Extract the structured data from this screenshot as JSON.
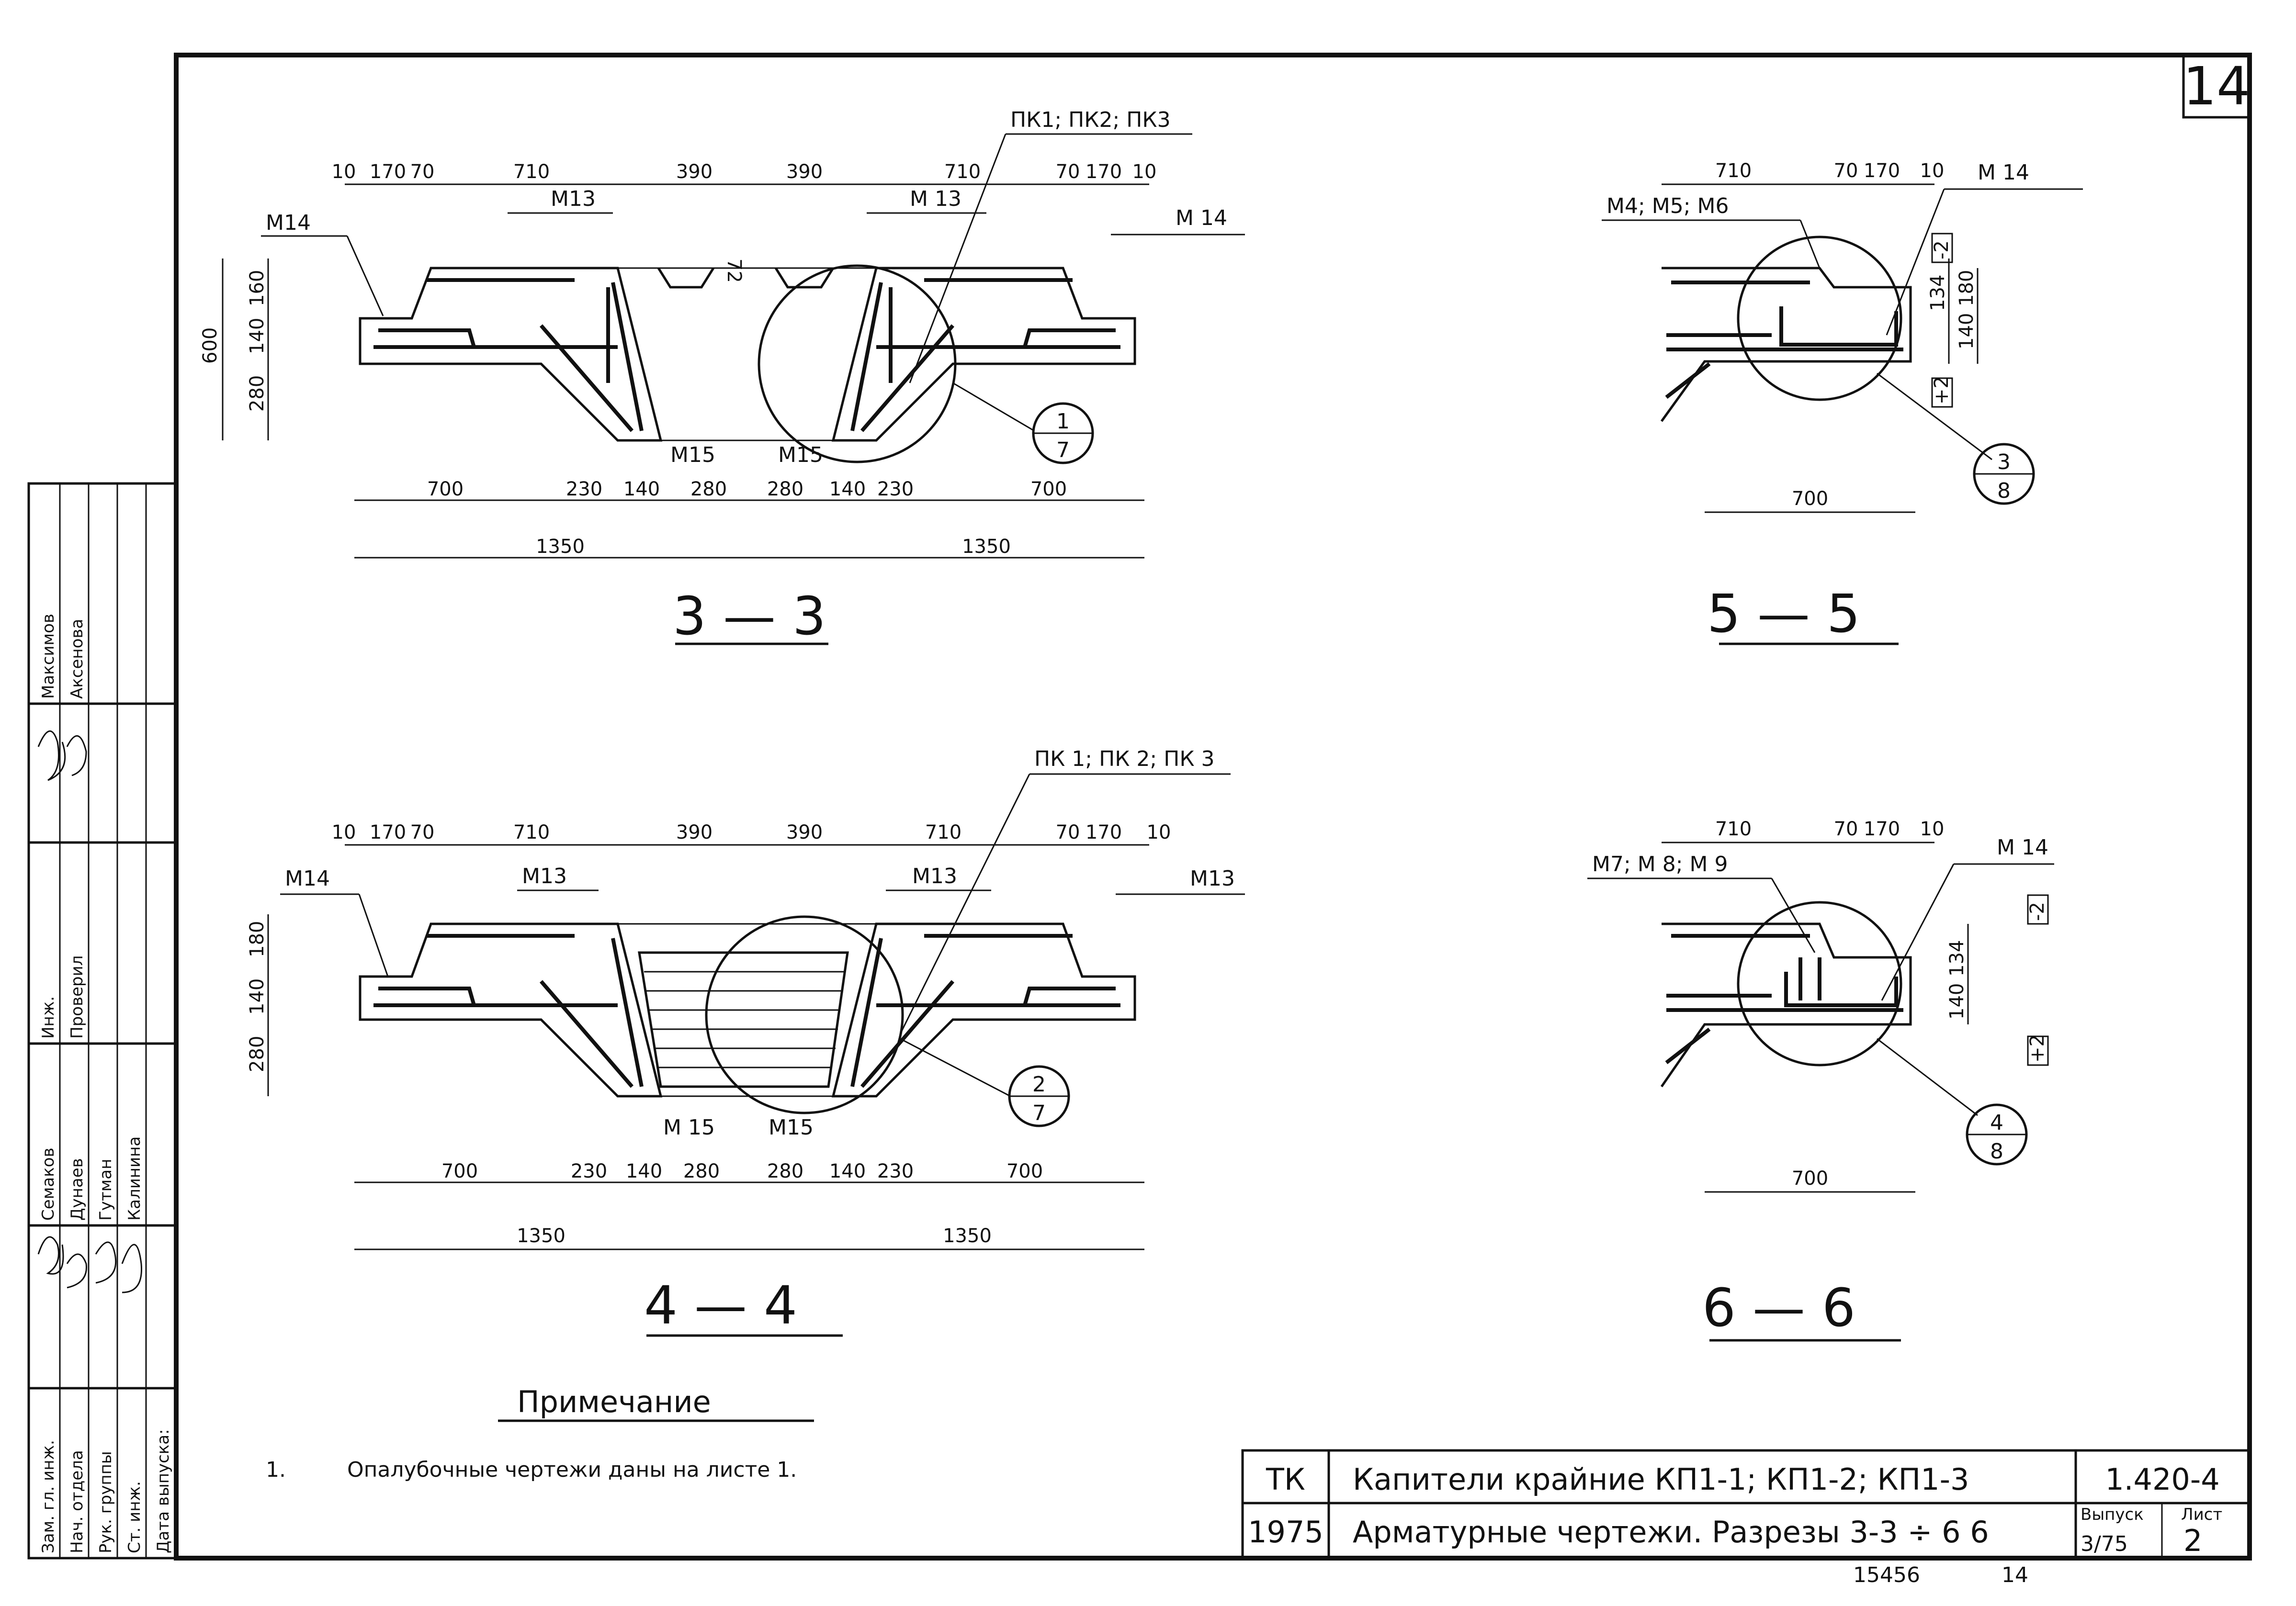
{
  "sheet": {
    "sheet_no": "14",
    "stamp_number": "15456",
    "stamp_sheet": "14"
  },
  "section_33": {
    "title": "3 — 3",
    "top_dims": [
      "10",
      "170",
      "70",
      "710",
      "390",
      "390",
      "710",
      "70",
      "170",
      "10"
    ],
    "height_dims": [
      "600",
      "160",
      "140",
      "280",
      "72"
    ],
    "bottom_dims": [
      "700",
      "230",
      "140",
      "280",
      "280",
      "140",
      "230",
      "700"
    ],
    "total_dims": [
      "1350",
      "1350"
    ],
    "labels": {
      "m14_left": "M14",
      "m13_left": "M13",
      "m13_right": "M 13",
      "m14_right": "M 14",
      "pk": "ПК1; ПК2; ПК3",
      "m15_left": "M15",
      "m15_right": "M15"
    },
    "callout": {
      "top": "1",
      "bottom": "7"
    }
  },
  "section_44": {
    "title": "4 — 4",
    "top_dims": [
      "10",
      "170",
      "70",
      "710",
      "390",
      "390",
      "710",
      "70",
      "170",
      "10"
    ],
    "height_dims": [
      "180",
      "140",
      "280"
    ],
    "bottom_dims": [
      "700",
      "230",
      "140",
      "280",
      "280",
      "140",
      "230",
      "700"
    ],
    "total_dims": [
      "1350",
      "1350"
    ],
    "labels": {
      "m14_left": "M14",
      "m13_left": "M13",
      "m13_mid": "M13",
      "m13_right": "M13",
      "pk": "ПК 1; ПК 2; ПК 3",
      "m15_left": "M 15",
      "m15_right": "M15"
    },
    "callout": {
      "top": "2",
      "bottom": "7"
    }
  },
  "section_55": {
    "title": "5 — 5",
    "top_dims": [
      "710",
      "70",
      "170",
      "10"
    ],
    "height_dims": [
      "134",
      "180",
      "140"
    ],
    "tags": [
      "-2",
      "+2"
    ],
    "bottom_dims": [
      "700"
    ],
    "labels": {
      "left": "M4; M5; M6",
      "right": "M 14"
    },
    "callout": {
      "top": "3",
      "bottom": "8"
    }
  },
  "section_66": {
    "title": "6 — 6",
    "top_dims": [
      "710",
      "70",
      "170",
      "10"
    ],
    "height_dims": [
      "134",
      "140"
    ],
    "tags": [
      "-2",
      "+2"
    ],
    "bottom_dims": [
      "700"
    ],
    "labels": {
      "left": "M7; M 8; M 9",
      "right": "M 14"
    },
    "callout": {
      "top": "4",
      "bottom": "8"
    }
  },
  "note": {
    "heading": "Примечание",
    "number": "1.",
    "text": "Опалубочные чертежи даны на листе 1."
  },
  "title_block": {
    "org": "ТК",
    "year": "1975",
    "line1": "Капители крайние КП1-1; КП1-2; КП1-3",
    "line2": "Арматурные чертежи. Разрезы 3-3 ÷ 6 6",
    "code": "1.420-4",
    "issue_label": "Выпуск",
    "issue_value": "3/75",
    "sheet_label": "Лист",
    "sheet_value": "2"
  },
  "side_stamp": {
    "roles": [
      "Зам. гл. инж.",
      "Нач. отдела",
      "Рук. группы",
      "Ст. инж.",
      "Дата выпуска:"
    ],
    "names": [
      "Семаков",
      "Дунаев",
      "Гутман",
      "Калинина"
    ],
    "roles_top": [
      "Инж.",
      "Проверил"
    ],
    "names_top": [
      "Максимов",
      "Аксенова"
    ]
  }
}
